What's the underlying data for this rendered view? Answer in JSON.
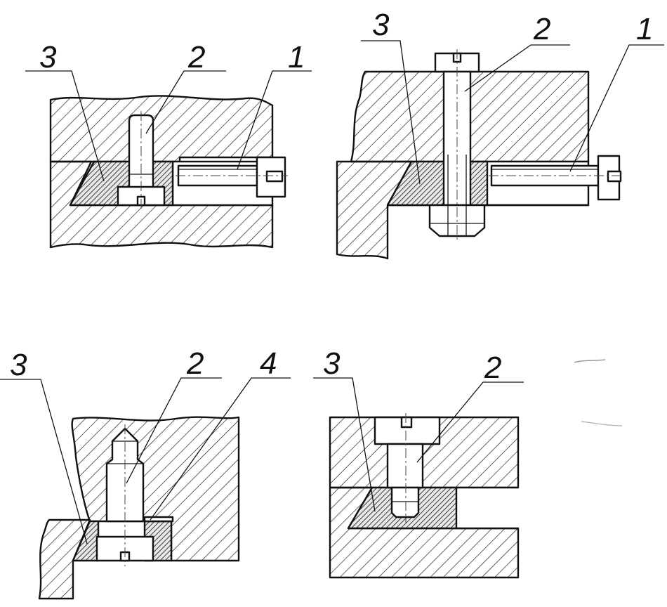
{
  "figures": [
    {
      "id": "top-left",
      "callouts": [
        {
          "label": "3",
          "part": "wedge"
        },
        {
          "label": "2",
          "part": "stud"
        },
        {
          "label": "1",
          "part": "screw"
        }
      ]
    },
    {
      "id": "top-right",
      "callouts": [
        {
          "label": "3",
          "part": "wedge"
        },
        {
          "label": "2",
          "part": "bolt"
        },
        {
          "label": "1",
          "part": "screw"
        }
      ]
    },
    {
      "id": "bottom-left",
      "callouts": [
        {
          "label": "3",
          "part": "wedge"
        },
        {
          "label": "2",
          "part": "stud"
        },
        {
          "label": "4",
          "part": "ring"
        }
      ]
    },
    {
      "id": "bottom-right",
      "callouts": [
        {
          "label": "3",
          "part": "wedge"
        },
        {
          "label": "2",
          "part": "screw"
        }
      ]
    }
  ],
  "colors": {
    "ink": "#111111",
    "paper": "#ffffff"
  }
}
